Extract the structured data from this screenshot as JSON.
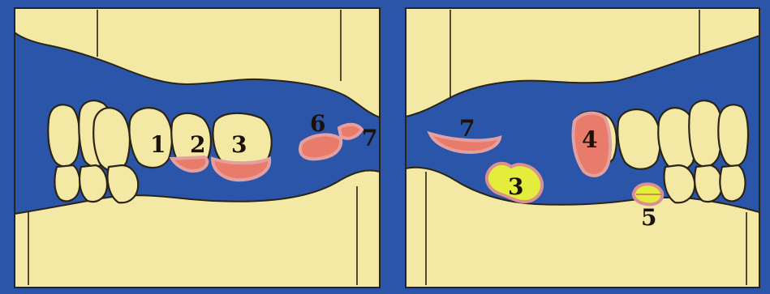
{
  "panels": {
    "left": {
      "labels": [
        "1",
        "2",
        "3",
        "6",
        "7"
      ]
    },
    "right": {
      "labels": [
        "7",
        "4",
        "3",
        "5"
      ]
    }
  },
  "colors": {
    "background": "#2a55a8",
    "bone": "#f3e9a4",
    "lesion_pink": "#e87b6a",
    "lesion_yellow": "#e4ec3c",
    "outline": "#2a2418"
  }
}
